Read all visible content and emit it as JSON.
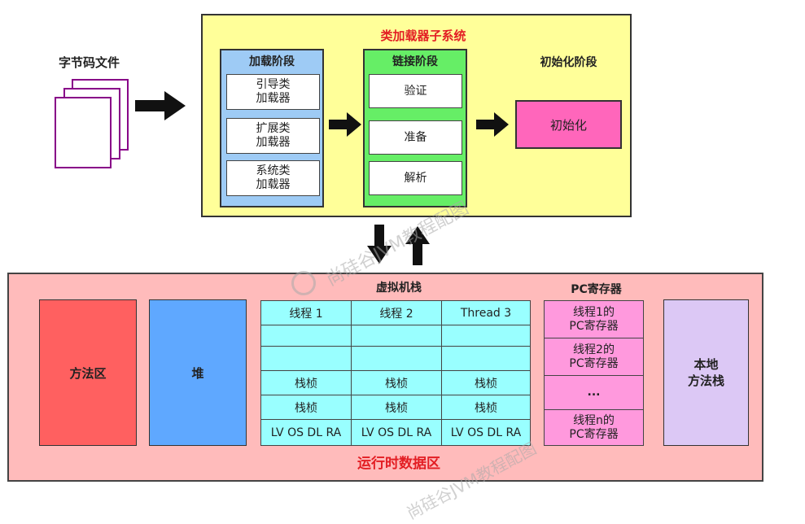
{
  "bytecode": {
    "label": "字节码文件"
  },
  "classloader": {
    "title": "类加载器子系统",
    "loading": {
      "title": "加载阶段",
      "items": [
        [
          "引导类",
          "加载器"
        ],
        [
          "扩展类",
          "加载器"
        ],
        [
          "系统类",
          "加载器"
        ]
      ]
    },
    "linking": {
      "title": "链接阶段",
      "items": [
        "验证",
        "准备",
        "解析"
      ]
    },
    "init": {
      "title": "初始化阶段",
      "box": "初始化"
    }
  },
  "runtime": {
    "title": "运行时数据区",
    "method_area": "方法区",
    "heap": "堆",
    "vm_stack": {
      "title": "虚拟机栈",
      "threads": [
        "线程 1",
        "线程 2",
        "Thread 3"
      ],
      "frame_label": "栈桢",
      "frame_detail": "LV OS DL RA"
    },
    "pc": {
      "title": "PC寄存器",
      "items": [
        [
          "线程1的",
          "PC寄存器"
        ],
        [
          "线程2的",
          "PC寄存器"
        ],
        [
          "...",
          ""
        ],
        [
          "线程n的",
          "PC寄存器"
        ]
      ]
    },
    "native_stack": [
      "本地",
      "方法栈"
    ]
  },
  "watermark": {
    "text": "尚硅谷JVM教程配图",
    "logo": "U"
  }
}
